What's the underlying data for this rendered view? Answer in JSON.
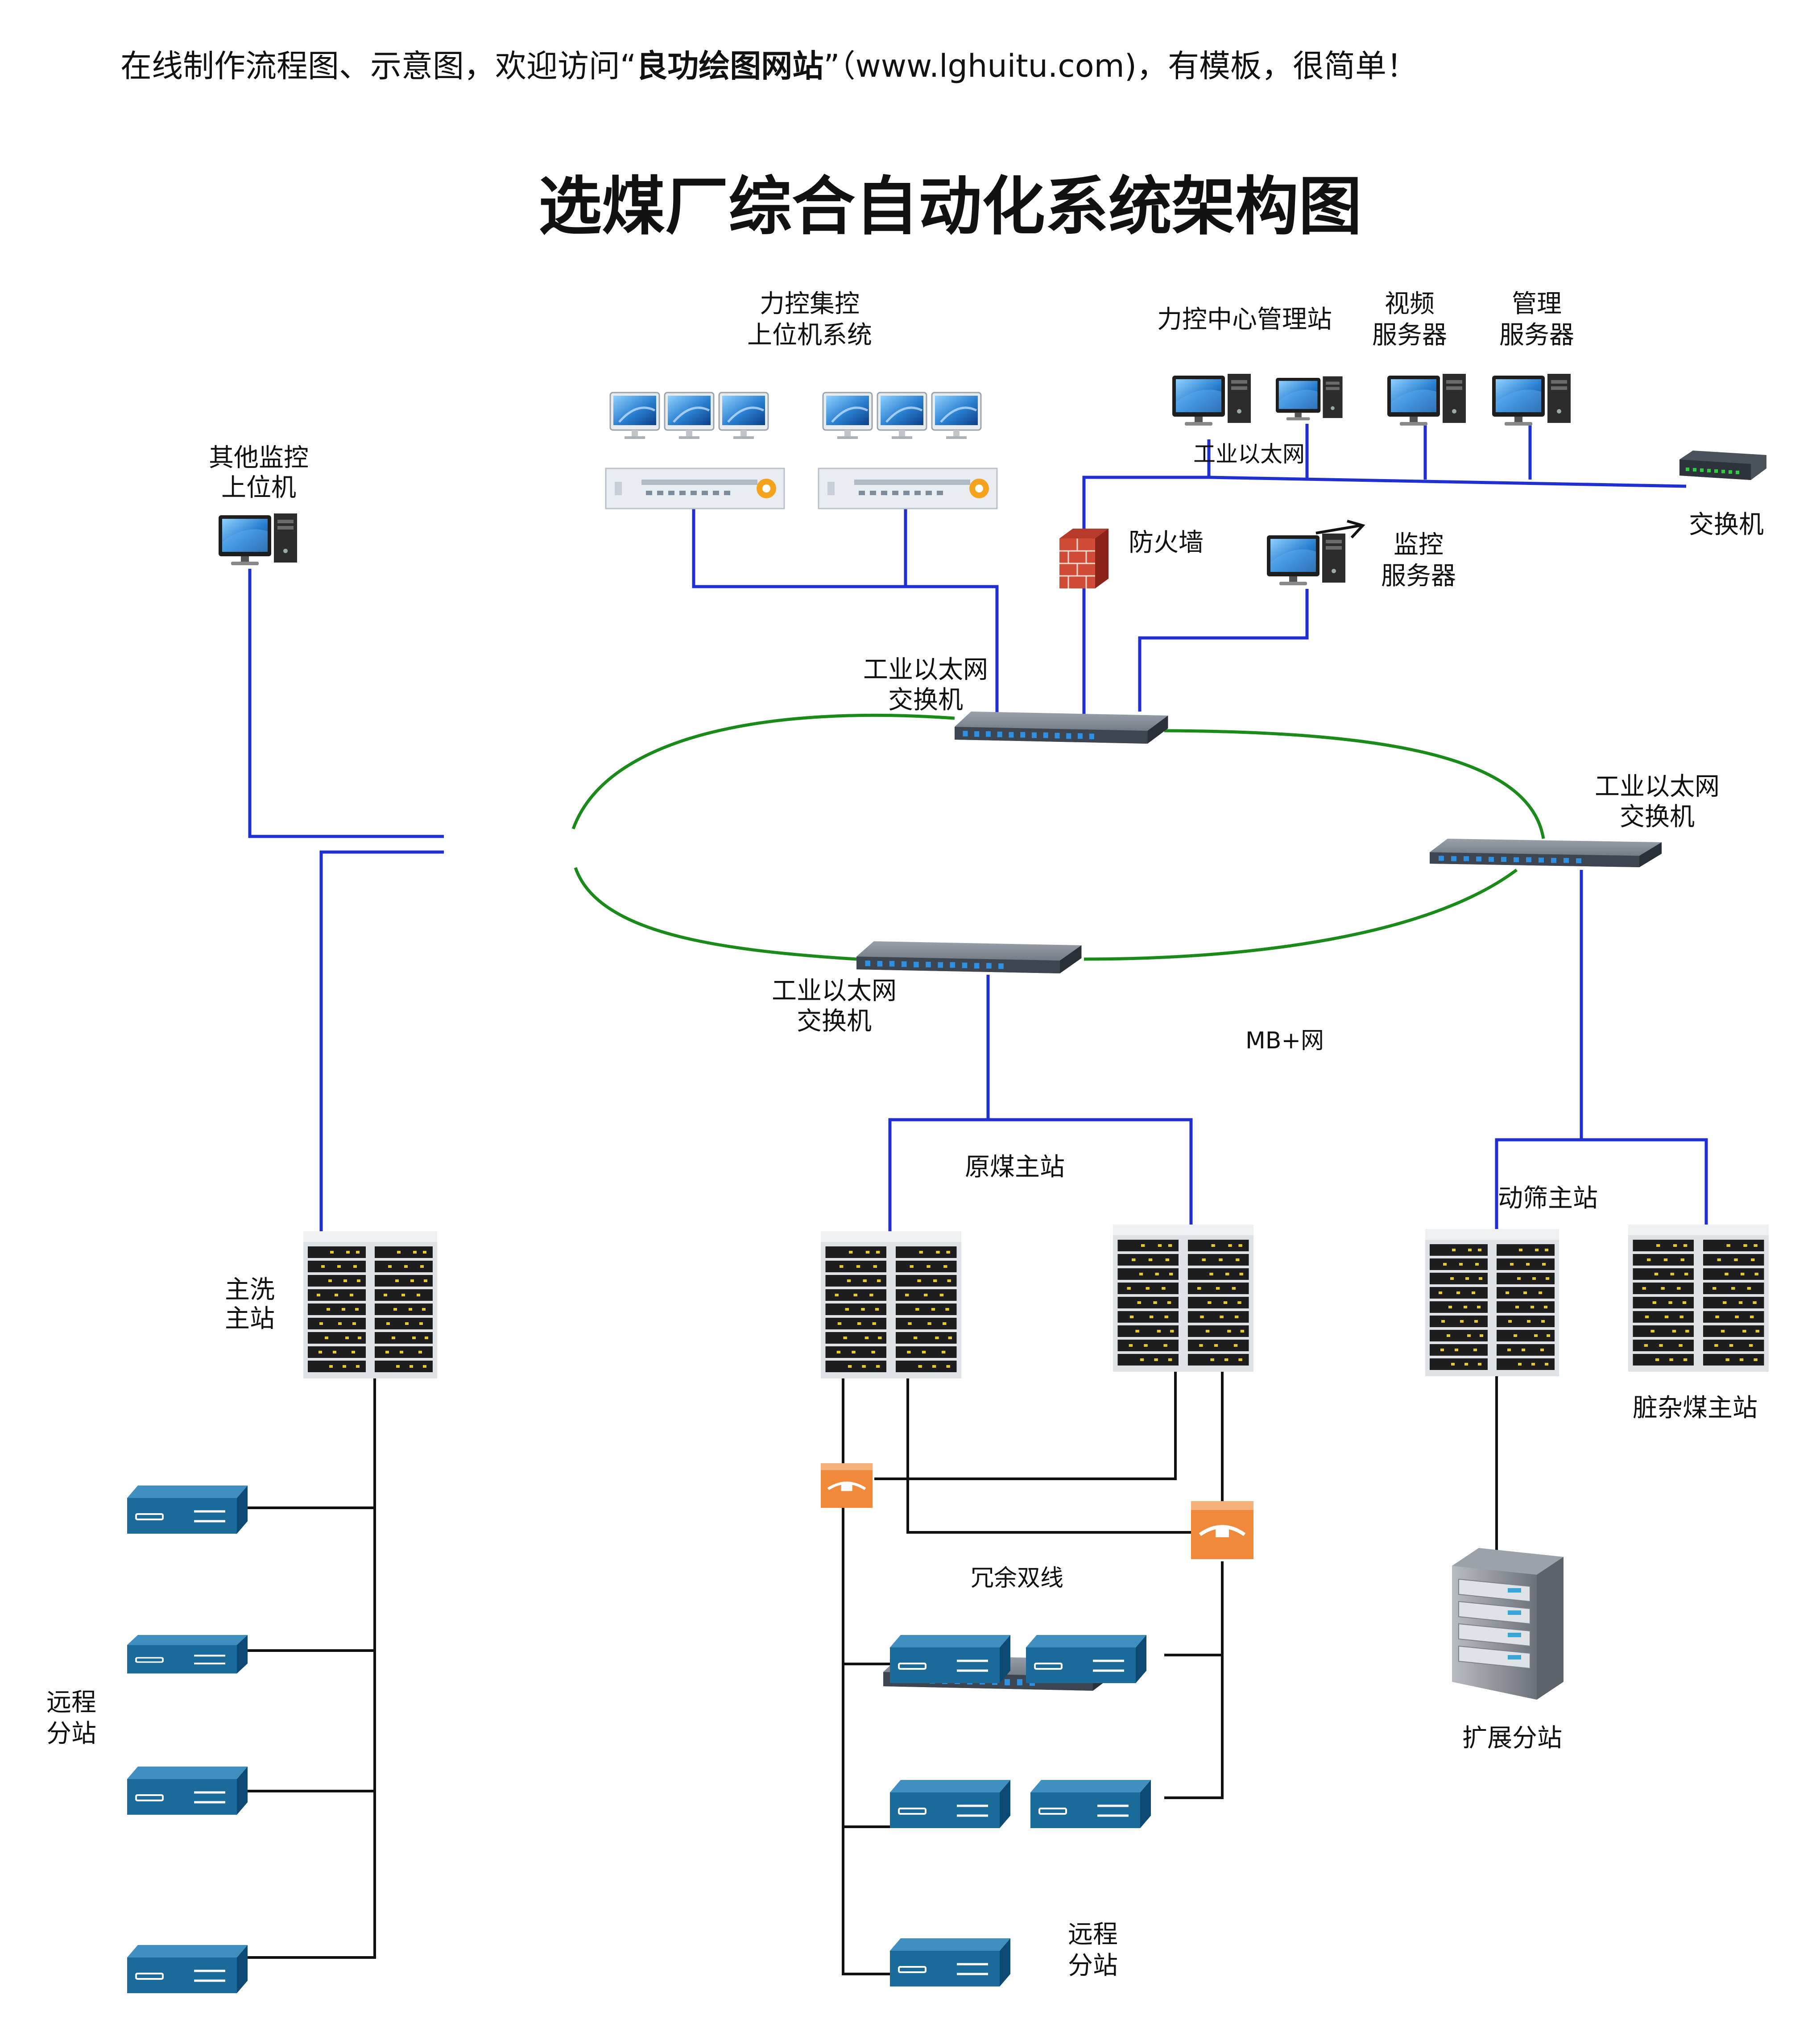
{
  "banner": {
    "prefix": "在线制作流程图、示意图，欢迎访问“",
    "brand": "良功绘图网站",
    "suffix": "”（www.lghuitu.com)，有模板，很简单！"
  },
  "title": "选煤厂综合自动化系统架构图",
  "labels": {
    "lk_upper_line1": "力控集控",
    "lk_upper_line2": "上位机系统",
    "center_mgmt": "力控中心管理站",
    "video_line1": "视频",
    "video_line2": "服务器",
    "mgmt_srv_line1": "管理",
    "mgmt_srv_line2": "服务器",
    "office_lan": "工业以太网",
    "office_switch": "交换机",
    "firewall": "防火墙",
    "monitor_line1": "监控",
    "monitor_line2": "服务器",
    "other_line1": "其他监控",
    "other_line2": "上位机",
    "sw_top_line1": "工业以太网",
    "sw_top_line2": "交换机",
    "sw_right_line1": "工业以太网",
    "sw_right_line2": "交换机",
    "sw_bottom_line1": "工业以太网",
    "sw_bottom_line2": "交换机",
    "mb_net": "MB+网",
    "raw_coal": "原煤主站",
    "screen_station": "动筛主站",
    "wash_line1": "主洗",
    "wash_line2": "主站",
    "dirty_coal": "脏杂煤主站",
    "redundant": "冗余双线",
    "remote_left_line1": "远程",
    "remote_left_line2": "分站",
    "remote_mid_line1": "远程",
    "remote_mid_line2": "分站",
    "expansion": "扩展分站"
  },
  "colors": {
    "ethernet_link": "#1f2fd0",
    "ring_link": "#1a8a1a",
    "fieldbus_link": "#111111",
    "io_module": "#1b6b9a",
    "repeater": "#f08a3a"
  }
}
